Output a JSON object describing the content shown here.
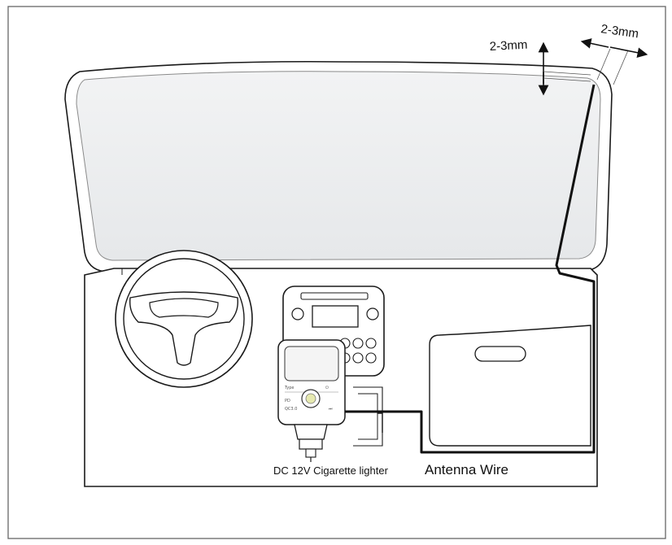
{
  "labels": {
    "gap_top": "2-3mm",
    "gap_side": "2-3mm",
    "lighter": "DC 12V Cigarette lighter",
    "antenna": "Antenna Wire"
  },
  "colors": {
    "outline": "#1a1a1a",
    "glass": "#eceeef",
    "wire": "#111111",
    "frame": "#666666",
    "device_button": "#e6e9b0"
  }
}
